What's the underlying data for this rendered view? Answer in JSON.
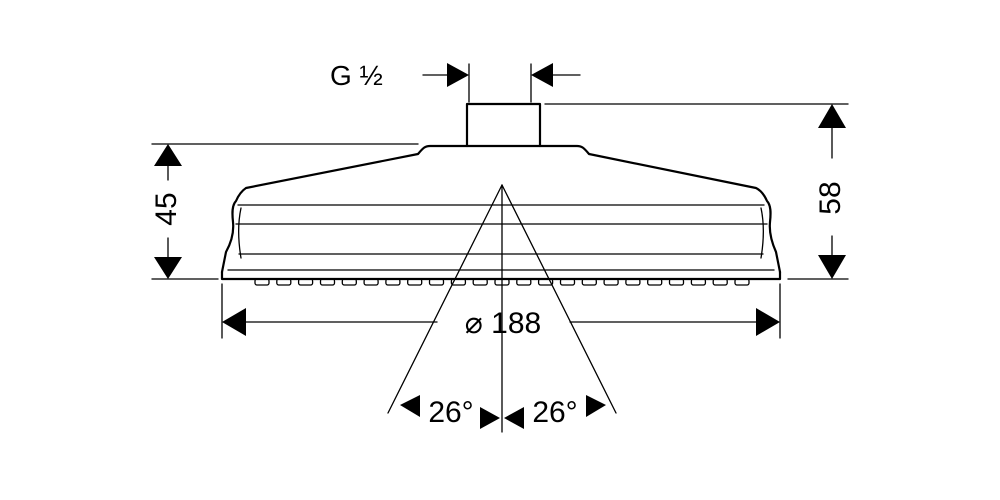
{
  "dimensions": {
    "thread": "G ½",
    "height_body": "45",
    "height_total": "58",
    "diameter": "⌀ 188",
    "angle_left": "26°",
    "angle_right": "26°"
  }
}
